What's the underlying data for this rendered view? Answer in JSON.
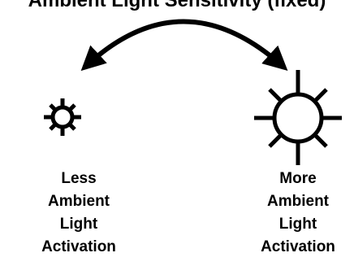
{
  "title": "Ambient Light Sensitivity (fixed)",
  "left_label": [
    "Less",
    "Ambient",
    "Light",
    "Activation"
  ],
  "right_label": [
    "More",
    "Ambient",
    "Light",
    "Activation"
  ],
  "colors": {
    "ink": "#000000",
    "background": "#ffffff"
  },
  "icons": {
    "left": "small-sun-icon",
    "right": "large-sun-icon",
    "connector": "double-headed-curved-arrow"
  }
}
